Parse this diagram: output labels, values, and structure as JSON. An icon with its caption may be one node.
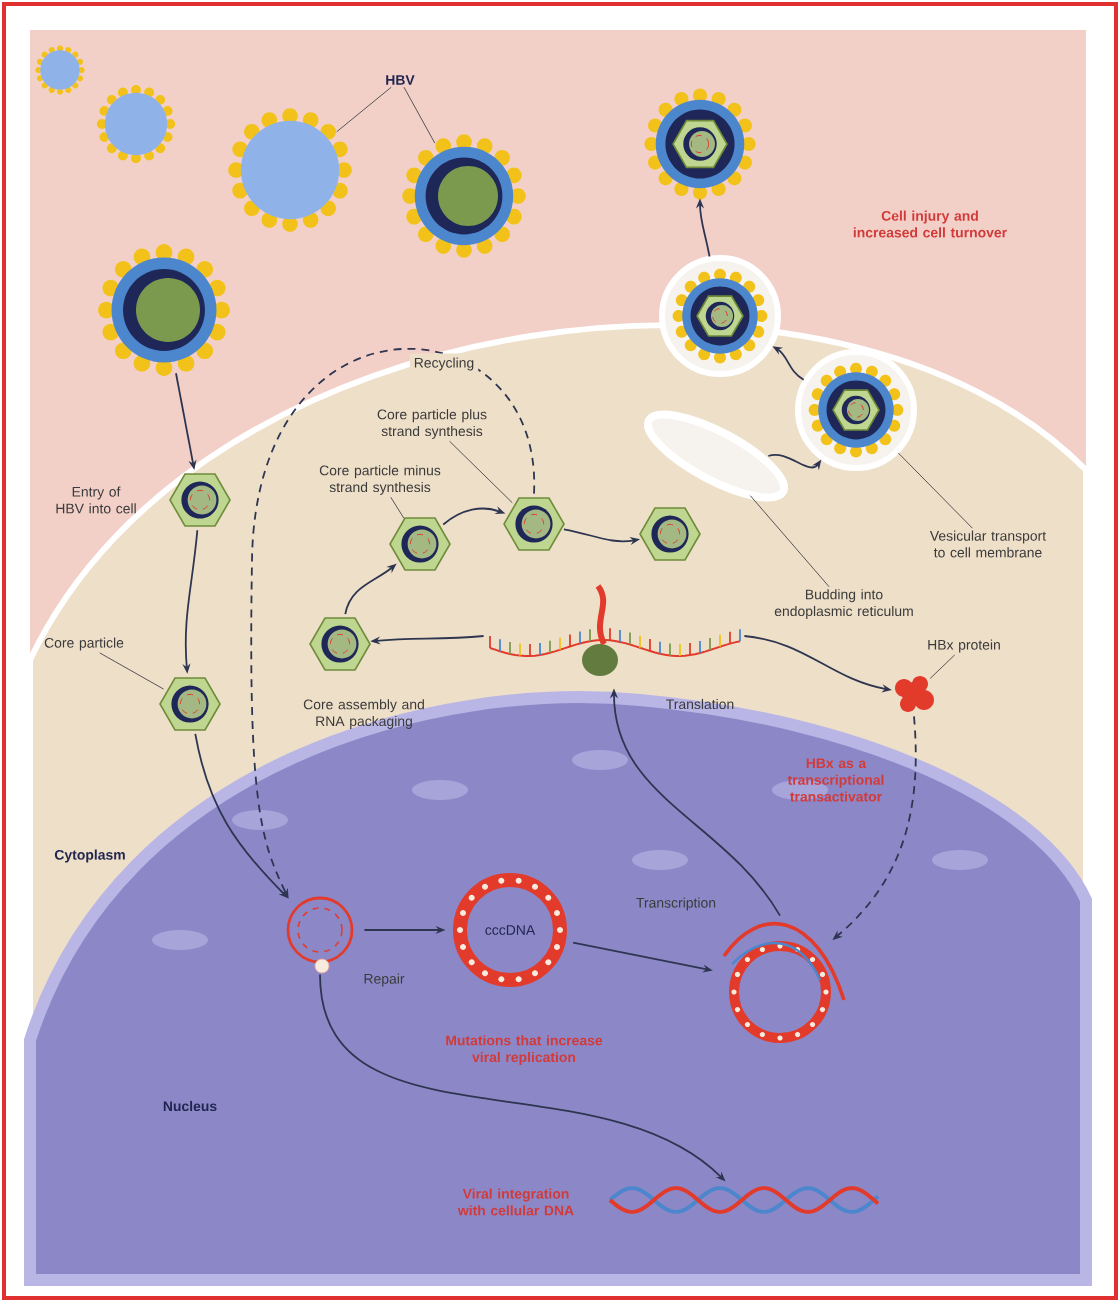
{
  "diagram": {
    "nodes": [
      {
        "text": [
          "HBV"
        ]
      },
      {
        "text": [],
        "shape": "picture"
      },
      {
        "text": [],
        "shape": "picture"
      },
      {
        "text": [],
        "shape": "picture"
      },
      {
        "text": [],
        "shape": "picture",
        "beside": [
          "Entry of HBV into cell"
        ]
      },
      {
        "text": [
          "Core particle"
        ]
      },
      {
        "text": [],
        "shape": "picture"
      },
      {
        "text": [],
        "shape": "picture",
        "beside": [
          "Repair"
        ]
      },
      {
        "text": [
          "cccDNA"
        ]
      },
      {
        "text": [],
        "shape": "picture",
        "beside": [
          "Transcription"
        ]
      },
      {
        "text": [],
        "shape": "picture",
        "beside": [
          "Translation"
        ]
      },
      {
        "text": [],
        "shape": "picture",
        "beside": [
          "Core assembly and RNA packaging"
        ]
      },
      {
        "text": [],
        "shape": "picture"
      },
      {
        "text": [
          "Core particle minus strand synthesis"
        ]
      },
      {
        "text": [],
        "shape": "picture"
      },
      {
        "text": [
          "Core particle plus strand synthesis"
        ]
      },
      {
        "text": [],
        "shape": "picture"
      },
      {
        "text": [],
        "shape": "picture"
      },
      {
        "text": [
          "Budding into endoplasmic reticulum"
        ]
      },
      {
        "text": [],
        "shape": "picture"
      },
      {
        "text": [
          "Vesicular transport to cell membrane"
        ]
      },
      {
        "text": [],
        "shape": "picture"
      },
      {
        "text": [],
        "shape": "picture"
      },
      {
        "text": [],
        "shape": "picture"
      },
      {
        "text": [
          "HBx protein"
        ]
      },
      {
        "text": [],
        "shape": "picture",
        "beside": [
          "Viral integration with cellular DNA"
        ]
      }
    ],
    "edges": [
      {
        "from": 0,
        "to": 1,
        "arrow": "none"
      },
      {
        "from": 0,
        "to": 2,
        "arrow": "none"
      },
      {
        "from": 3,
        "to": 4,
        "arrow": "to"
      },
      {
        "from": 4,
        "to": 6,
        "arrow": "to"
      },
      {
        "from": 5,
        "to": 6,
        "arrow": "none"
      },
      {
        "from": 6,
        "to": 7,
        "arrow": "to"
      },
      {
        "from": 14,
        "to": 7,
        "arrow": "to",
        "label": "Recycling",
        "style": "dashed"
      },
      {
        "from": 7,
        "to": 8,
        "arrow": "to"
      },
      {
        "from": 8,
        "to": 9,
        "arrow": "to"
      },
      {
        "from": 9,
        "to": 10,
        "arrow": "to"
      },
      {
        "from": 10,
        "to": 11,
        "arrow": "to"
      },
      {
        "from": 10,
        "to": 23,
        "arrow": "to"
      },
      {
        "from": 23,
        "to": 9,
        "arrow": "to",
        "style": "dashed"
      },
      {
        "from": 11,
        "to": 12,
        "arrow": "to"
      },
      {
        "from": 12,
        "to": 14,
        "arrow": "to"
      },
      {
        "from": 13,
        "to": 12,
        "arrow": "none"
      },
      {
        "from": 15,
        "to": 14,
        "arrow": "none"
      },
      {
        "from": 14,
        "to": 16,
        "arrow": "to"
      },
      {
        "from": 17,
        "to": 19,
        "arrow": "to"
      },
      {
        "from": 18,
        "to": 17,
        "arrow": "none"
      },
      {
        "from": 20,
        "to": 19,
        "arrow": "none"
      },
      {
        "from": 19,
        "to": 21,
        "arrow": "to"
      },
      {
        "from": 21,
        "to": 22,
        "arrow": "to"
      },
      {
        "from": 24,
        "to": 23,
        "arrow": "none"
      },
      {
        "from": 7,
        "to": 25,
        "arrow": "to"
      }
    ],
    "labels": [
      "Cell injury and increased cell turnover",
      "HBx as a transcriptional transactivator",
      "Cytoplasm",
      "Mutations that increase viral replication",
      "Nucleus"
    ]
  }
}
